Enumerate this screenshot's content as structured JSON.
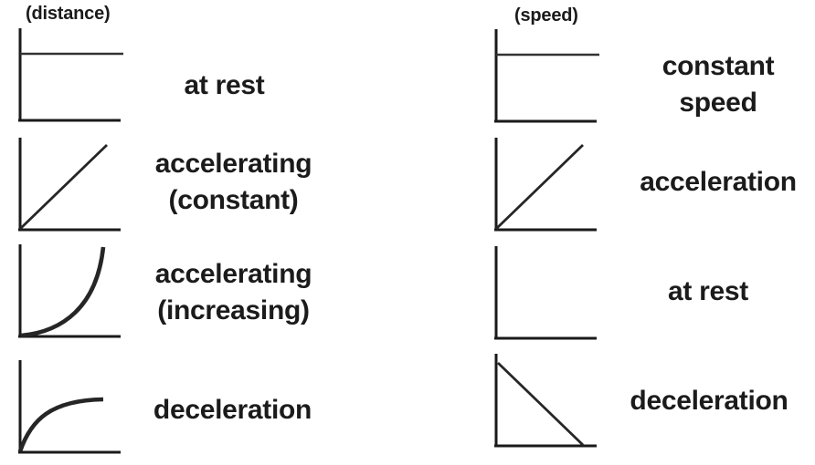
{
  "diagram": {
    "left": {
      "header": "(distance)",
      "rows": [
        {
          "curve_type": "horizontal-line",
          "label_line1": "at rest"
        },
        {
          "curve_type": "linear-up",
          "label_line1": "accelerating",
          "label_line2": "(constant)"
        },
        {
          "curve_type": "exponential-up",
          "label_line1": "accelerating",
          "label_line2": "(increasing)"
        },
        {
          "curve_type": "concave-leveling",
          "label_line1": "deceleration"
        }
      ]
    },
    "right": {
      "header": "(speed)",
      "rows": [
        {
          "curve_type": "horizontal-line",
          "label_line1": "constant",
          "label_line2": "speed"
        },
        {
          "curve_type": "linear-up",
          "label_line1": "acceleration"
        },
        {
          "curve_type": "none",
          "label_line1": "at rest"
        },
        {
          "curve_type": "linear-down",
          "label_line1": "deceleration"
        }
      ]
    },
    "colors": {
      "ink": "#1b1b1b",
      "axis": "#1a1a1a",
      "curve": "#262626",
      "background": "#ffffff"
    }
  }
}
